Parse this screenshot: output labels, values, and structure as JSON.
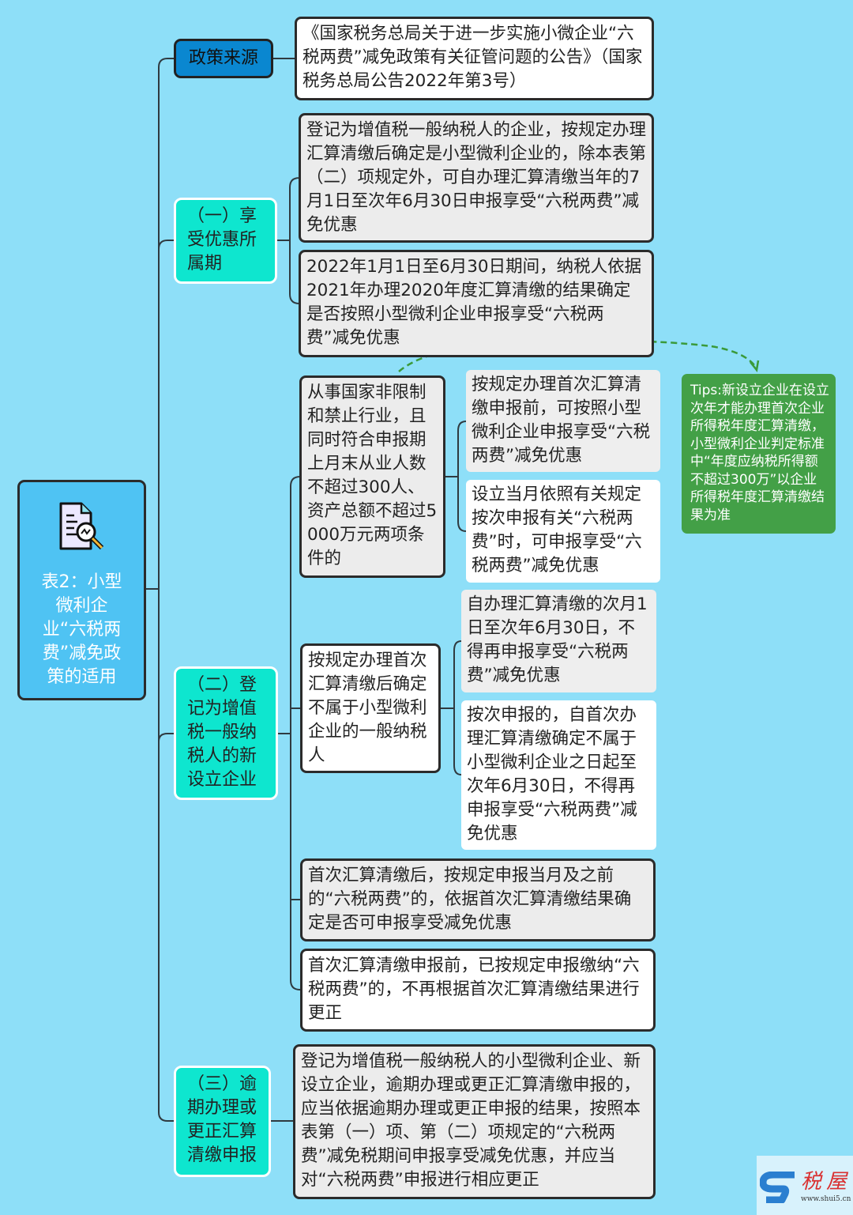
{
  "root": {
    "title": "表2：小型微利企业“六税两费”减免政策的适用",
    "icon": "document-search-icon"
  },
  "branches": {
    "policy": {
      "label": "政策来源",
      "text": "《国家税务总局关于进一步实施小微企业“六税两费”减免政策有关征管问题的公告》（国家税务总局公告2022年第3号）"
    },
    "period": {
      "label": "（一）享受优惠所属期",
      "items": [
        "登记为增值税一般纳税人的企业，按规定办理汇算清缴后确定是小型微利企业的，除本表第（二）项规定外，可自办理汇算清缴当年的7月1日至次年6月30日申报享受“六税两费”减免优惠",
        "2022年1月1日至6月30日期间，纳税人依据2021年办理2020年度汇算清缴的结果确定是否按照小型微利企业申报享受“六税两费”减免优惠"
      ]
    },
    "new": {
      "label": "（二）登记为增值税一般纳税人的新设立企业",
      "a": {
        "text": "从事国家非限制和禁止行业，且同时符合申报期上月末从业人数不超过300人、资产总额不超过5000万元两项条件的",
        "items": [
          "按规定办理首次汇算清缴申报前，可按照小型微利企业申报享受“六税两费”减免优惠",
          "设立当月依照有关规定按次申报有关“六税两费”时，可申报享受“六税两费”减免优惠"
        ]
      },
      "b": {
        "text": "按规定办理首次汇算清缴后确定不属于小型微利企业的一般纳税人",
        "items": [
          "自办理汇算清缴的次月1日至次年6月30日，不得再申报享受“六税两费”减免优惠",
          "按次申报的，自首次办理汇算清缴确定不属于小型微利企业之日起至次年6月30日，不得再申报享受“六税两费”减免优惠"
        ]
      },
      "c": "首次汇算清缴后，按规定申报当月及之前的“六税两费”的，依据首次汇算清缴结果确定是否可申报享受减免优惠",
      "d": "首次汇算清缴申报前，已按规定申报缴纳“六税两费”的，不再根据首次汇算清缴结果进行更正"
    },
    "late": {
      "label": "（三）逾期办理或更正汇算清缴申报",
      "text": "登记为增值税一般纳税人的小型微利企业、新设立企业，逾期办理或更正汇算清缴申报的，应当依据逾期办理或更正申报的结果，按照本表第（一）项、第（二）项规定的“六税两费”减免税期间申报享受减免优惠，并应当对“六税两费”申报进行相应更正"
    }
  },
  "tips": "Tips:新设立企业在设立次年才能办理首次企业所得税年度汇算清缴，小型微利企业判定标准中“年度应纳税所得额不超过300万”以企业所得税年度汇算清缴结果为准",
  "watermark": {
    "brand": "税屋",
    "url": "www.shui5.cn"
  },
  "colors": {
    "background": "#8edff8",
    "root": "#4fc3f3",
    "policy": "#0a87d0",
    "branch": "#0ee6cf",
    "tips": "#43a047"
  }
}
